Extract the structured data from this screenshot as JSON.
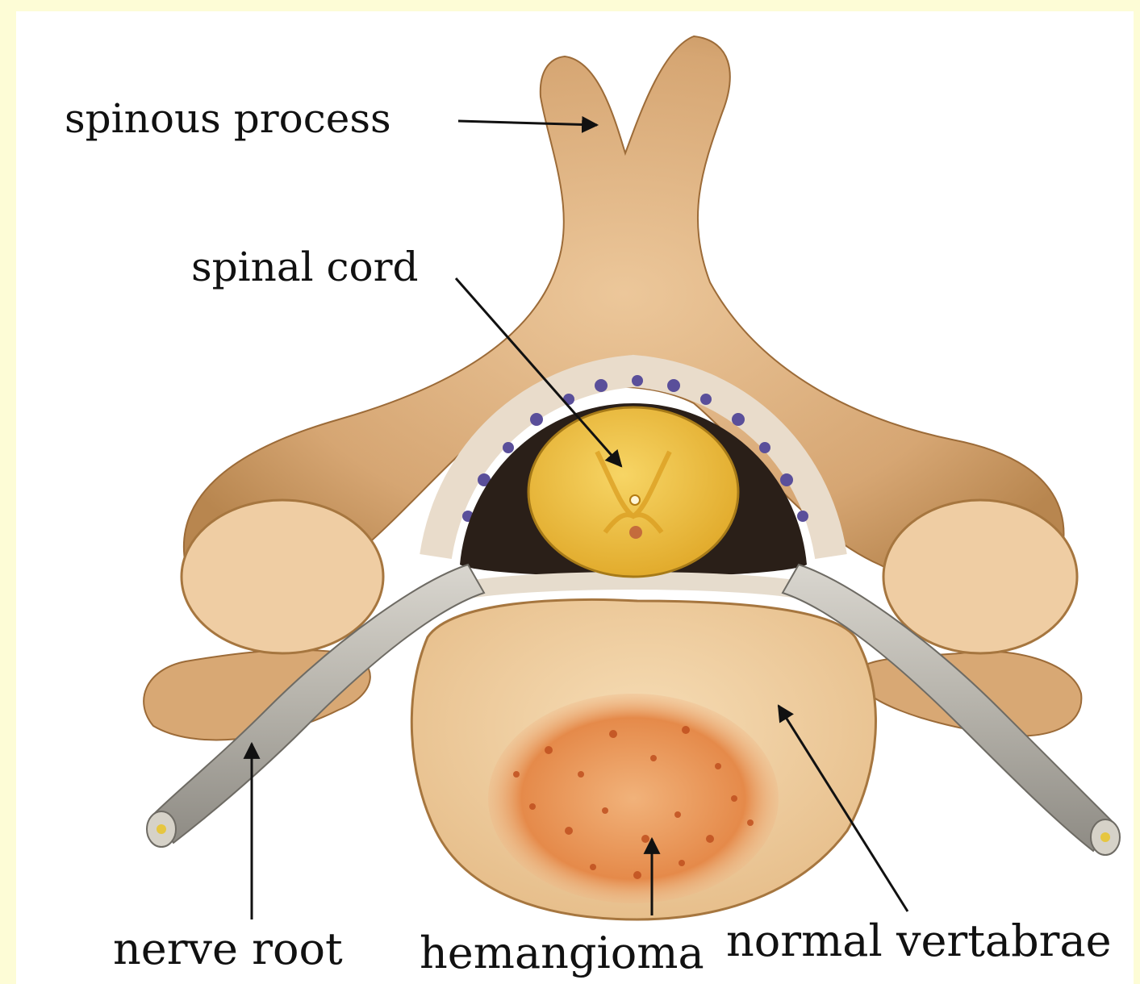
{
  "labels": {
    "spinous_process": "spinous process",
    "spinal_cord": "spinal cord",
    "nerve_root": "nerve root",
    "hemangioma": "hemangioma",
    "normal_vertebrae": "normal vertabrae"
  },
  "colors": {
    "page_background": "#fdfcd6",
    "bone": "#d9ad7c",
    "bone_light": "#f1d2a8",
    "spinal_cord": "#f2c23a",
    "nerve": "#b9b6ae",
    "hemangioma": "#e2874a",
    "membrane_dots": "#5a4f9a"
  }
}
